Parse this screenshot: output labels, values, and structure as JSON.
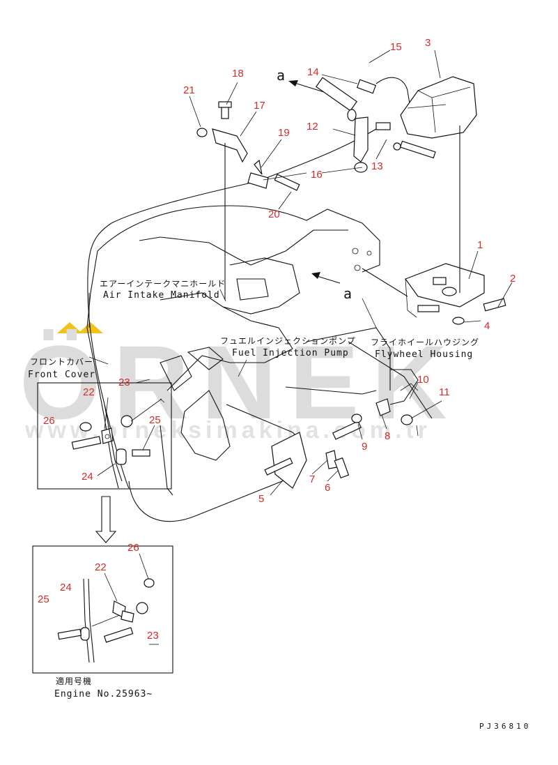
{
  "watermark": {
    "brand": "ÖRNEK",
    "url": "www.orneksimakina.com.tr",
    "accent_color": "#f2c21b",
    "text_color": "#dcdcdc"
  },
  "labels": {
    "air_intake_jp": "エアーインテークマニホールド",
    "air_intake_en": "Air Intake Manifold",
    "fuel_pump_jp": "フュエルインジェクションポンプ",
    "fuel_pump_en": "Fuel Injection Pump",
    "flywheel_jp": "フライホイールハウジング",
    "flywheel_en": "Flywheel Housing",
    "front_cover_jp": "フロントカバー",
    "front_cover_en": "Front Cover",
    "applicable_jp": "適用号機",
    "engine_no": "Engine No.25963~",
    "ref_a_top": "a",
    "ref_a_mid": "a",
    "drawing_code": "PJ36810"
  },
  "callouts": [
    "1",
    "2",
    "3",
    "4",
    "5",
    "6",
    "7",
    "8",
    "9",
    "10",
    "11",
    "12",
    "13",
    "14",
    "15",
    "16",
    "17",
    "18",
    "19",
    "20",
    "21",
    "22",
    "23",
    "24",
    "25",
    "26"
  ],
  "inset_callouts": [
    "22",
    "23",
    "24",
    "25",
    "26"
  ],
  "detail_callouts": [
    "22",
    "23",
    "24",
    "25",
    "26"
  ],
  "colors": {
    "callout": "#d42a2a",
    "line": "#111111"
  }
}
